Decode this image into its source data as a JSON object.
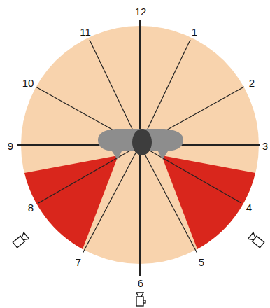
{
  "diagram": {
    "labels": [
      "12",
      "11",
      "1",
      "10",
      "2",
      "9",
      "3",
      "8",
      "4",
      "7",
      "5",
      "6"
    ]
  }
}
